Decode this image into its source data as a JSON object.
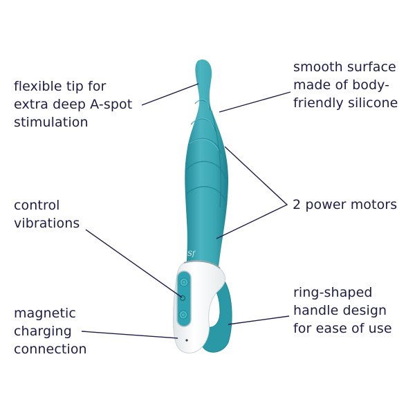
{
  "product": {
    "colors": {
      "body": "#3aa7b3",
      "body_dark": "#1f8796",
      "body_light": "#6cc6cf",
      "handle": "#f4f6f7",
      "text": "#1d1d45",
      "leader_line": "#1d1d45"
    },
    "logo_text": "Sf"
  },
  "callouts": {
    "flexible_tip": {
      "lines": [
        "flexible tip for",
        "extra deep A-spot",
        "stimulation"
      ]
    },
    "smooth_surface": {
      "lines": [
        "smooth surface",
        "made of body-",
        "friendly silicone"
      ]
    },
    "power_motors": {
      "lines": [
        "2 power motors"
      ]
    },
    "control": {
      "lines": [
        "control",
        "vibrations"
      ]
    },
    "handle": {
      "lines": [
        "ring-shaped",
        "handle design",
        "for ease of use"
      ]
    },
    "charging": {
      "lines": [
        "magnetic",
        "charging",
        "connection"
      ]
    }
  }
}
